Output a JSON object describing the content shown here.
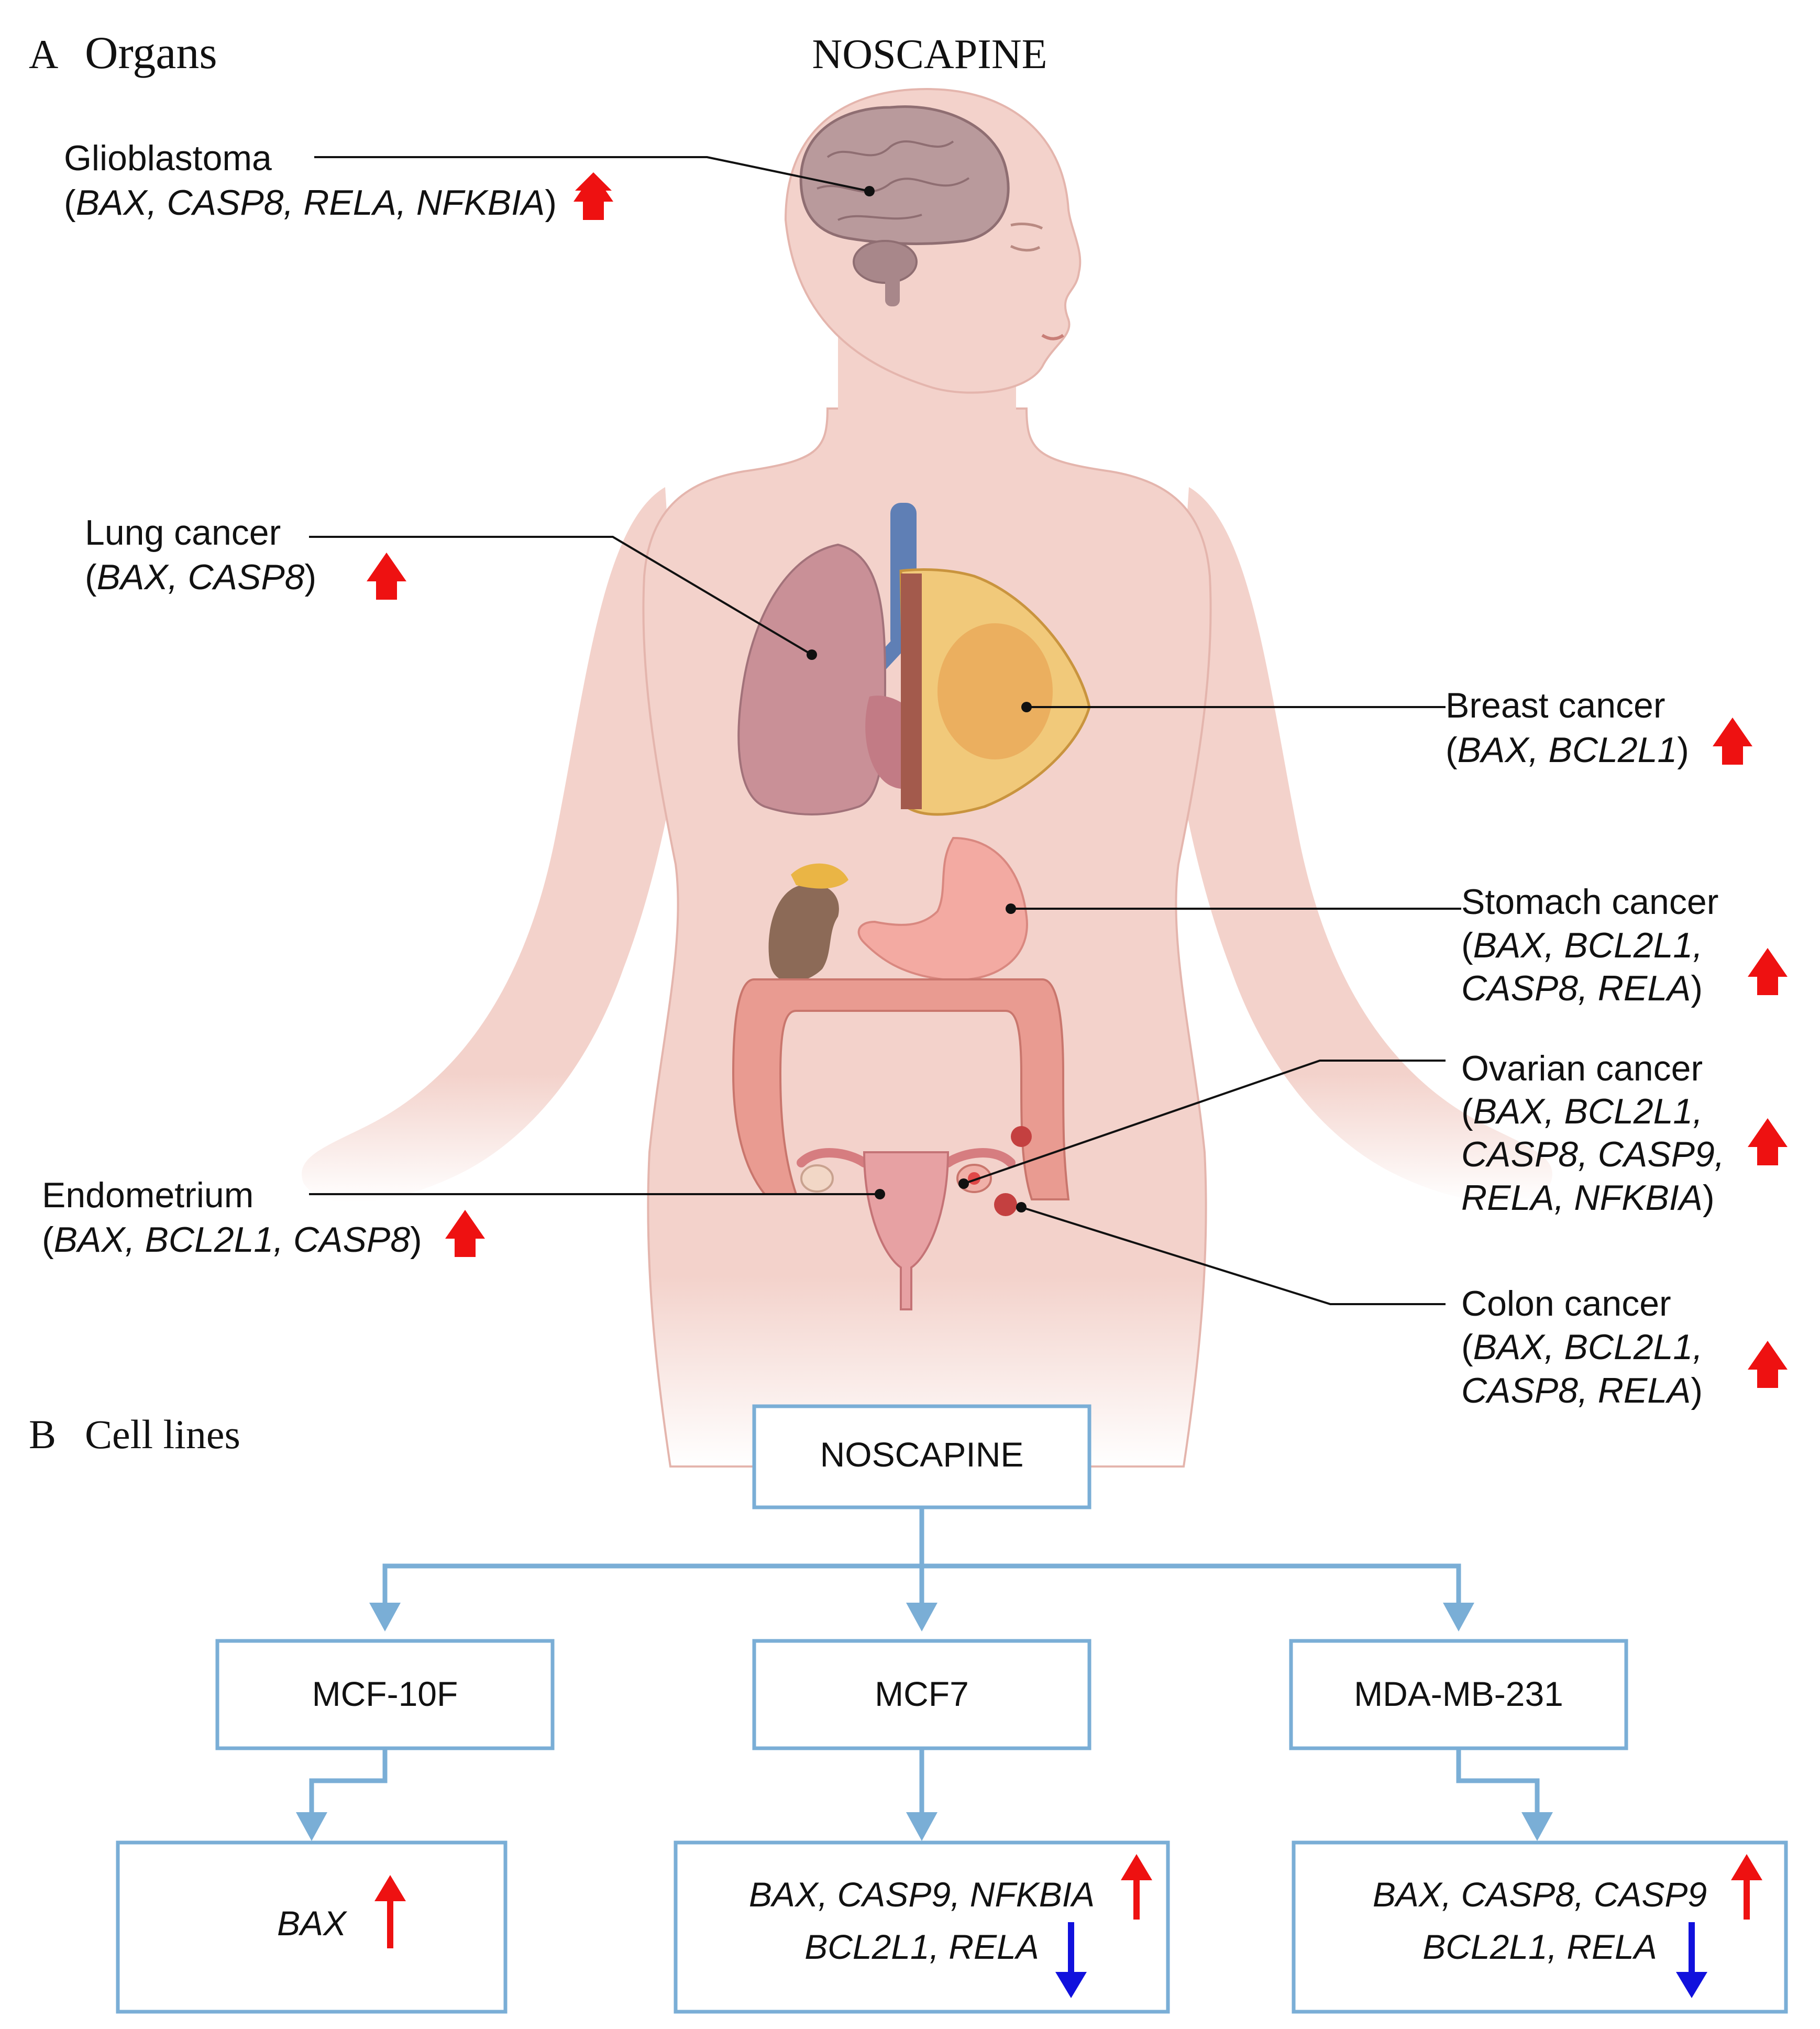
{
  "panel_a": {
    "letter": "A",
    "title": "Organs",
    "drug": "NOSCAPINE",
    "labels": {
      "glioblastoma": {
        "name": "Glioblastoma",
        "genes": "BAX, CASP8, RELA, NFKBIA"
      },
      "lung": {
        "name": "Lung cancer",
        "genes": "BAX, CASP8"
      },
      "breast": {
        "name": "Breast cancer",
        "genes": "BAX, BCL2L1"
      },
      "stomach": {
        "name": "Stomach cancer",
        "genes_line1": "BAX, BCL2L1,",
        "genes_line2": "CASP8, RELA"
      },
      "ovarian": {
        "name": "Ovarian cancer",
        "genes_line1": "BAX, BCL2L1,",
        "genes_line2": "CASP8, CASP9,",
        "genes_line3": "RELA, NFKBIA"
      },
      "endometrium": {
        "name": "Endometrium",
        "genes": "BAX, BCL2L1, CASP8"
      },
      "colon": {
        "name": "Colon cancer",
        "genes_line1": "BAX, BCL2L1,",
        "genes_line2": "CASP8, RELA"
      }
    }
  },
  "panel_b": {
    "letter": "B",
    "title": "Cell lines",
    "root": "NOSCAPINE",
    "cell_lines": [
      {
        "name": "MCF-10F",
        "up": "BAX",
        "down": ""
      },
      {
        "name": "MCF7",
        "up": "BAX, CASP9, NFKBIA",
        "down": "BCL2L1, RELA"
      },
      {
        "name": "MDA-MB-231",
        "up": "BAX, CASP8, CASP9",
        "down": "BCL2L1, RELA"
      }
    ]
  },
  "colors": {
    "up_arrow": "#ee1111",
    "down_arrow": "#1111dd",
    "flow": "#7aaed6",
    "skin": "#f3d2cb"
  }
}
